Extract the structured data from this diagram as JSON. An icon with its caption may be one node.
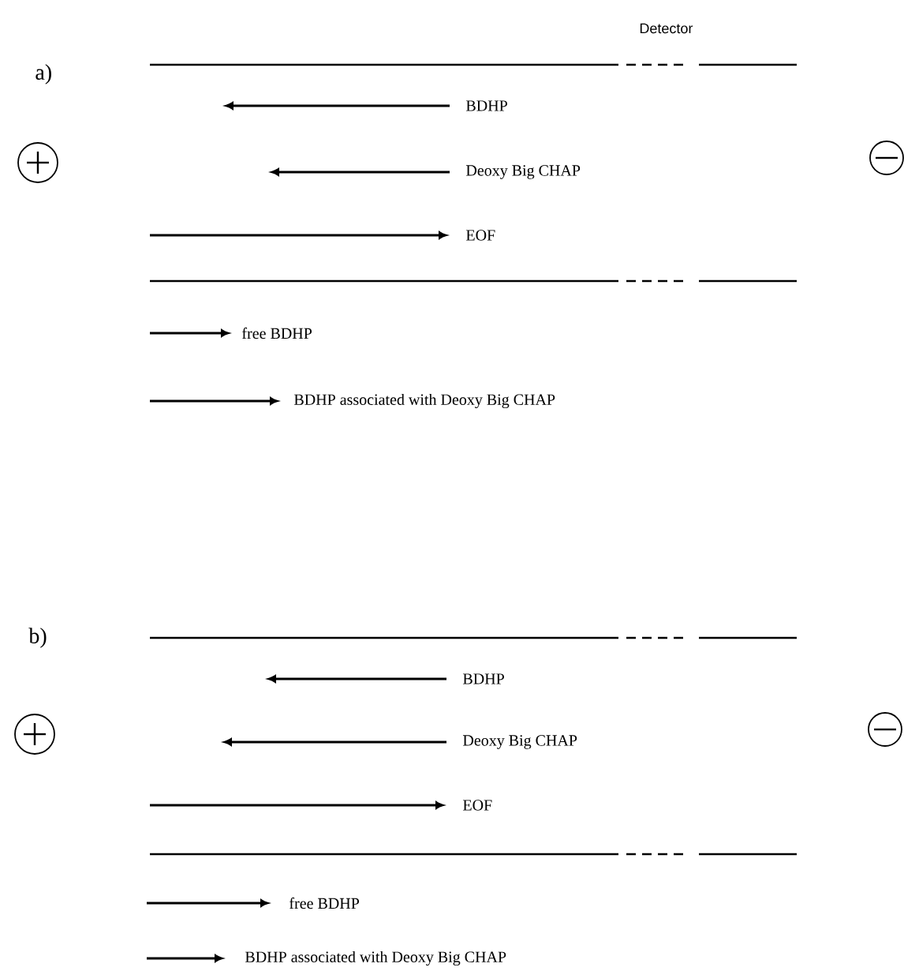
{
  "diagram": {
    "labels": [
      "Detector",
      "a)",
      "BDHP",
      "Deoxy Big CHAP",
      "EOF",
      "free BDHP",
      "BDHP associated with Deoxy Big CHAP",
      "b)",
      "BDHP",
      "Deoxy Big CHAP",
      "EOF",
      "free BDHP",
      "BDHP associated with Deoxy Big CHAP"
    ]
  }
}
